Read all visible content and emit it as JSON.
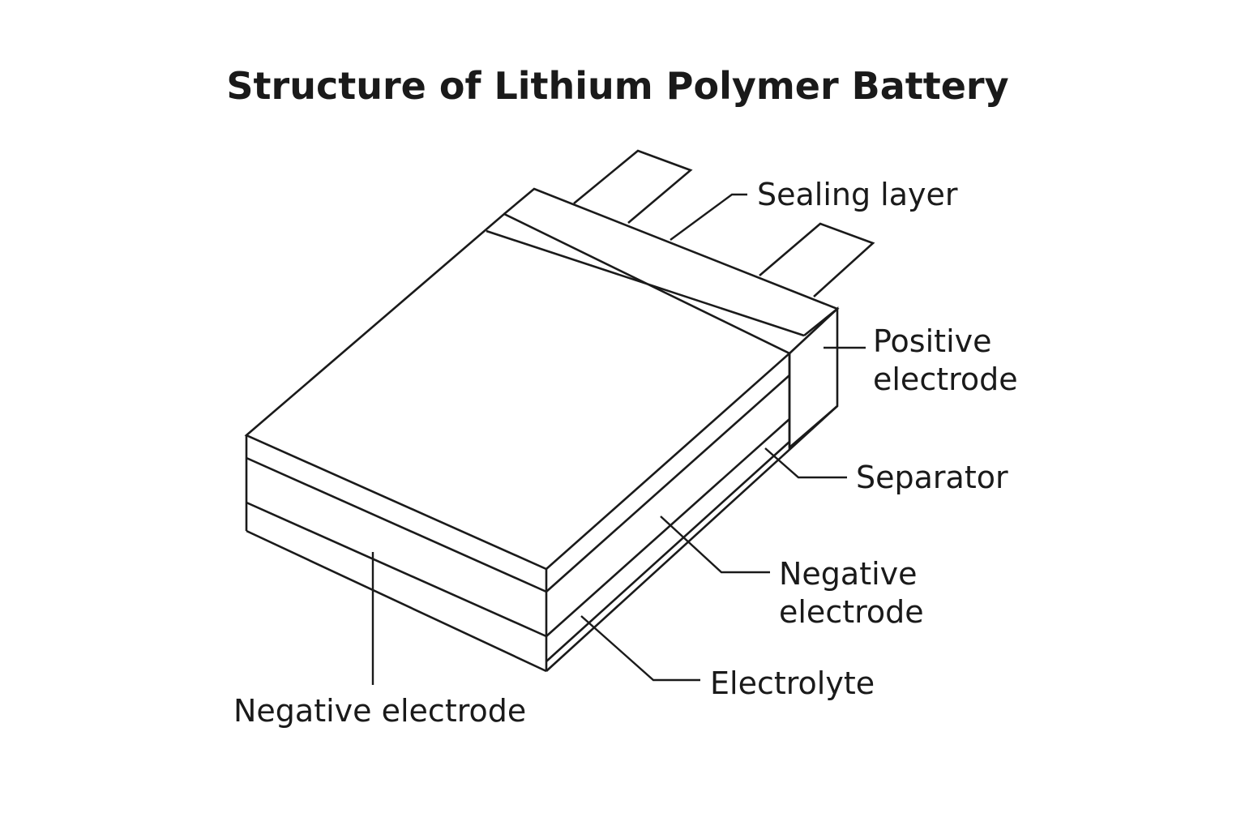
{
  "title": "Structure of Lithium Polymer Battery",
  "labels": {
    "sealing_layer": "Sealing layer",
    "positive_electrode_line1": "Positive",
    "positive_electrode_line2": "electrode",
    "separator": "Separator",
    "negative_electrode_right_line1": "Negative",
    "negative_electrode_right_line2": "electrode",
    "electrolyte": "Electrolyte",
    "negative_electrode_bottom": "Negative electrode"
  },
  "colors": {
    "ink": "#1a1a1a",
    "background": "#ffffff"
  }
}
